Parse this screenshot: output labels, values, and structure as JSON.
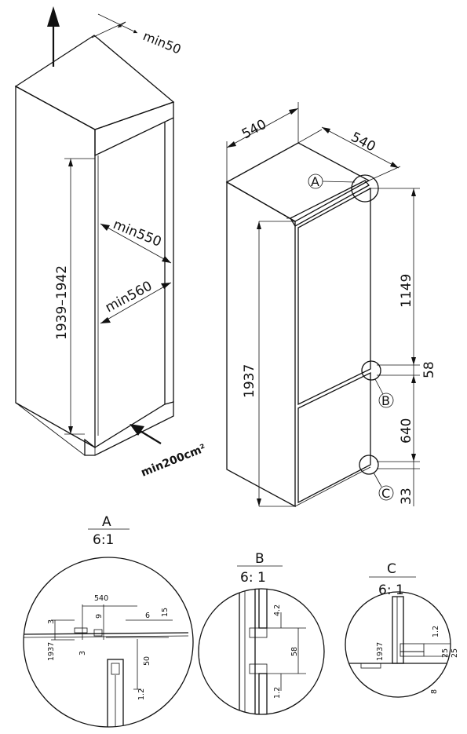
{
  "niche": {
    "top_clearance": "min50",
    "height": "1939–1942",
    "depth_upper": "min550",
    "depth_lower": "min560",
    "vent_area": "min200cm²"
  },
  "appliance": {
    "width": "540",
    "depth": "540",
    "height": "1937",
    "upper_door": "1149",
    "gap": "58",
    "lower_door": "640",
    "bottom": "33",
    "marker_a": "A",
    "marker_b": "B",
    "marker_c": "C"
  },
  "details": [
    {
      "letter": "A",
      "scale": "6:1",
      "dims": [
        "540",
        "3",
        "9",
        "6",
        "15",
        "1937",
        "3",
        "50",
        "1.2"
      ]
    },
    {
      "letter": "B",
      "scale": "6: 1",
      "dims": [
        "4.2",
        "58",
        "1.2"
      ]
    },
    {
      "letter": "C",
      "scale": "6: 1",
      "dims": [
        "1937",
        "1.2",
        "25",
        "25",
        "8"
      ]
    }
  ]
}
